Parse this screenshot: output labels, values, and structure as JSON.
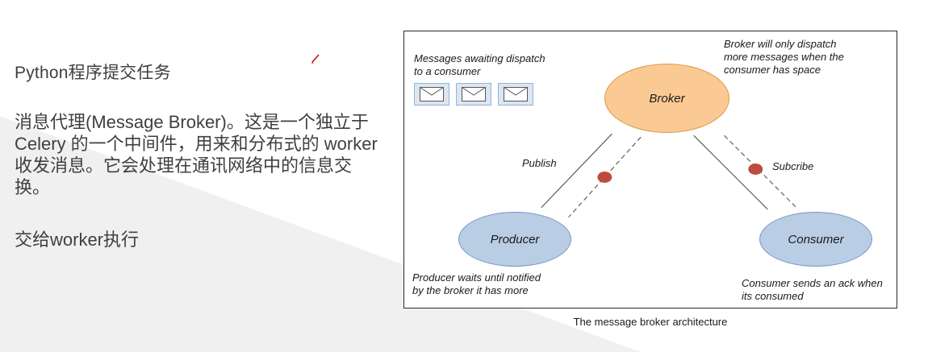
{
  "colors": {
    "slide_gray": "#f0f0f1",
    "broker_fill": "#fbc994",
    "broker_border": "#d8973f",
    "node_fill": "#b9cde5",
    "node_border": "#7496c4",
    "dot_fill": "#bf4a3e",
    "envelope_bg": "#dce6f2",
    "envelope_border": "#95b3d7",
    "line_color": "#404040",
    "cursor_red": "#c00000"
  },
  "left_panel": {
    "heading": "Python程序提交任务",
    "paragraph": "消息代理(Message Broker)。这是一个独立于 Celery 的一个中间件，用来和分布式的 worker 收发消息。它会处理在通讯网络中的信息交换。",
    "footer": "交给worker执行"
  },
  "diagram": {
    "caption": "The message broker architecture",
    "annotations": {
      "awaiting": "Messages awaiting dispatch\nto a consumer",
      "broker_space": "Broker will only dispatch\nmore messages when the\nconsumer has space",
      "producer_wait": "Producer waits until notified\nby the broker it has more",
      "consumer_ack": "Consumer sends an ack when\nits consumed"
    },
    "nodes": {
      "broker": "Broker",
      "producer": "Producer",
      "consumer": "Consumer"
    },
    "edges": {
      "publish": "Publish",
      "subscribe": "Subcribe"
    }
  }
}
